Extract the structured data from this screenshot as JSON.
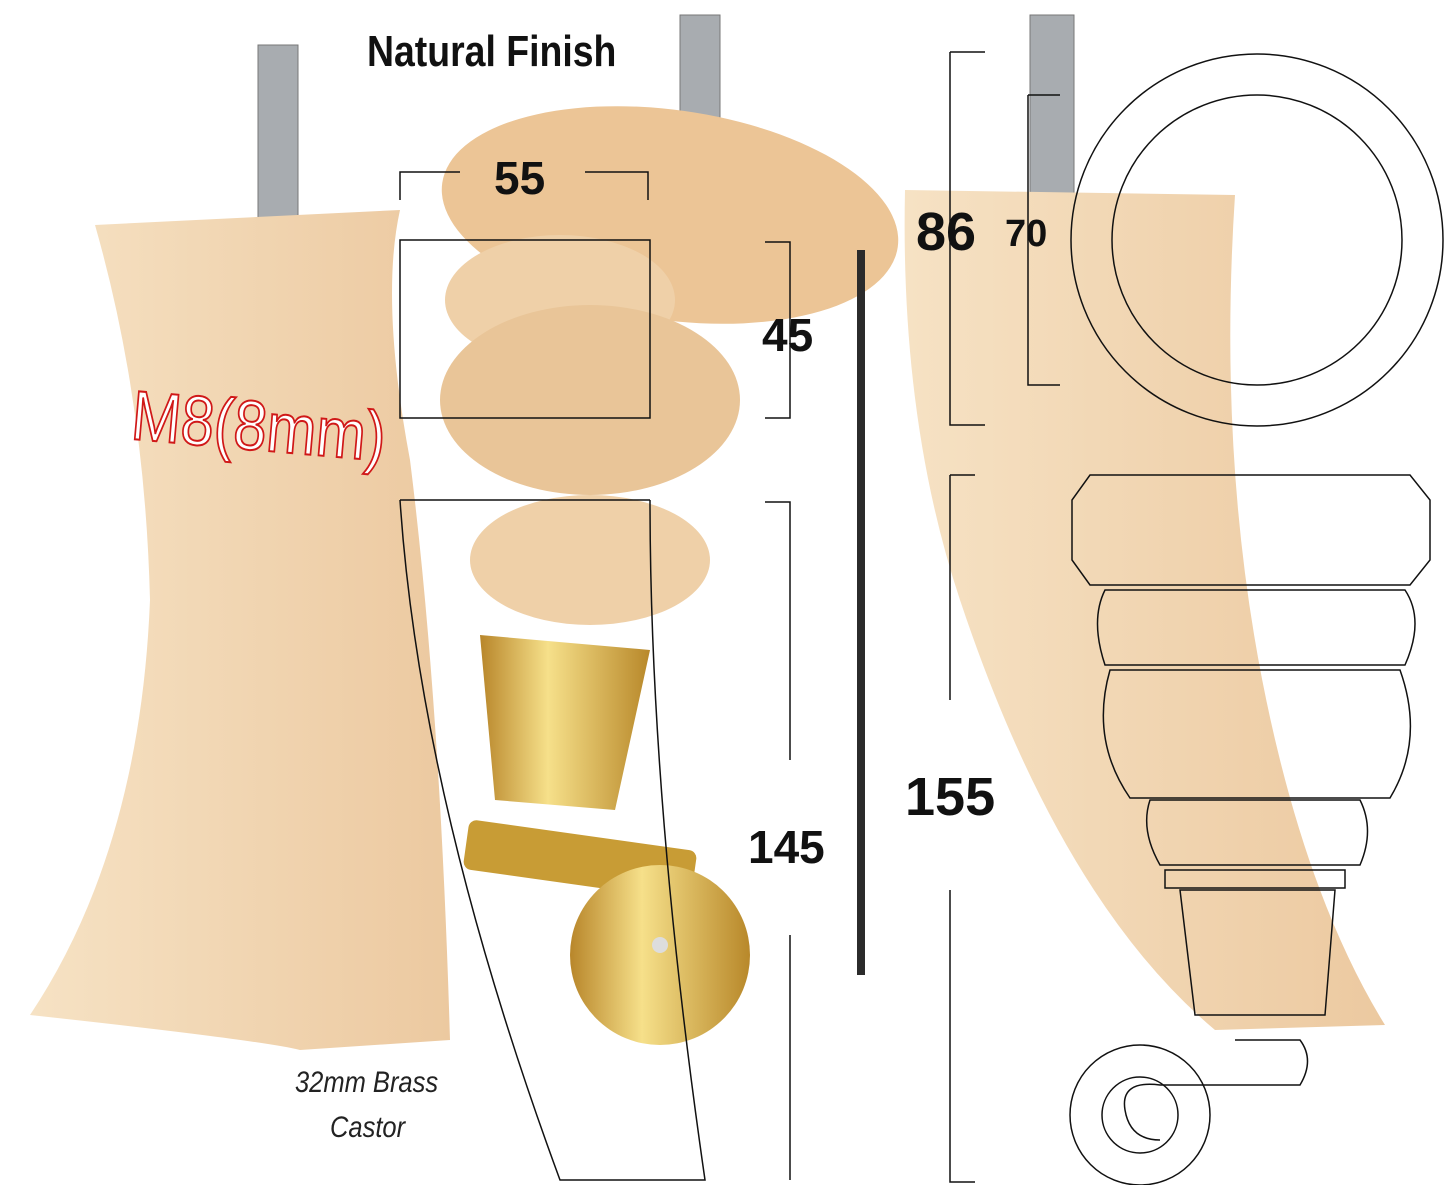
{
  "title": "Natural Finish",
  "thread_label": "M8(8mm)",
  "dimensions": {
    "top_width": "55",
    "upper_height": "45",
    "total_height_photo": "145",
    "side_width": "86",
    "circle_diameter": "70",
    "side_height": "155"
  },
  "castor_caption": [
    "32mm Brass",
    "Castor"
  ],
  "colors": {
    "wood": "#f1d7b4",
    "brass": "#d9ae3c",
    "label_red": "#d01818",
    "line": "#111111"
  }
}
